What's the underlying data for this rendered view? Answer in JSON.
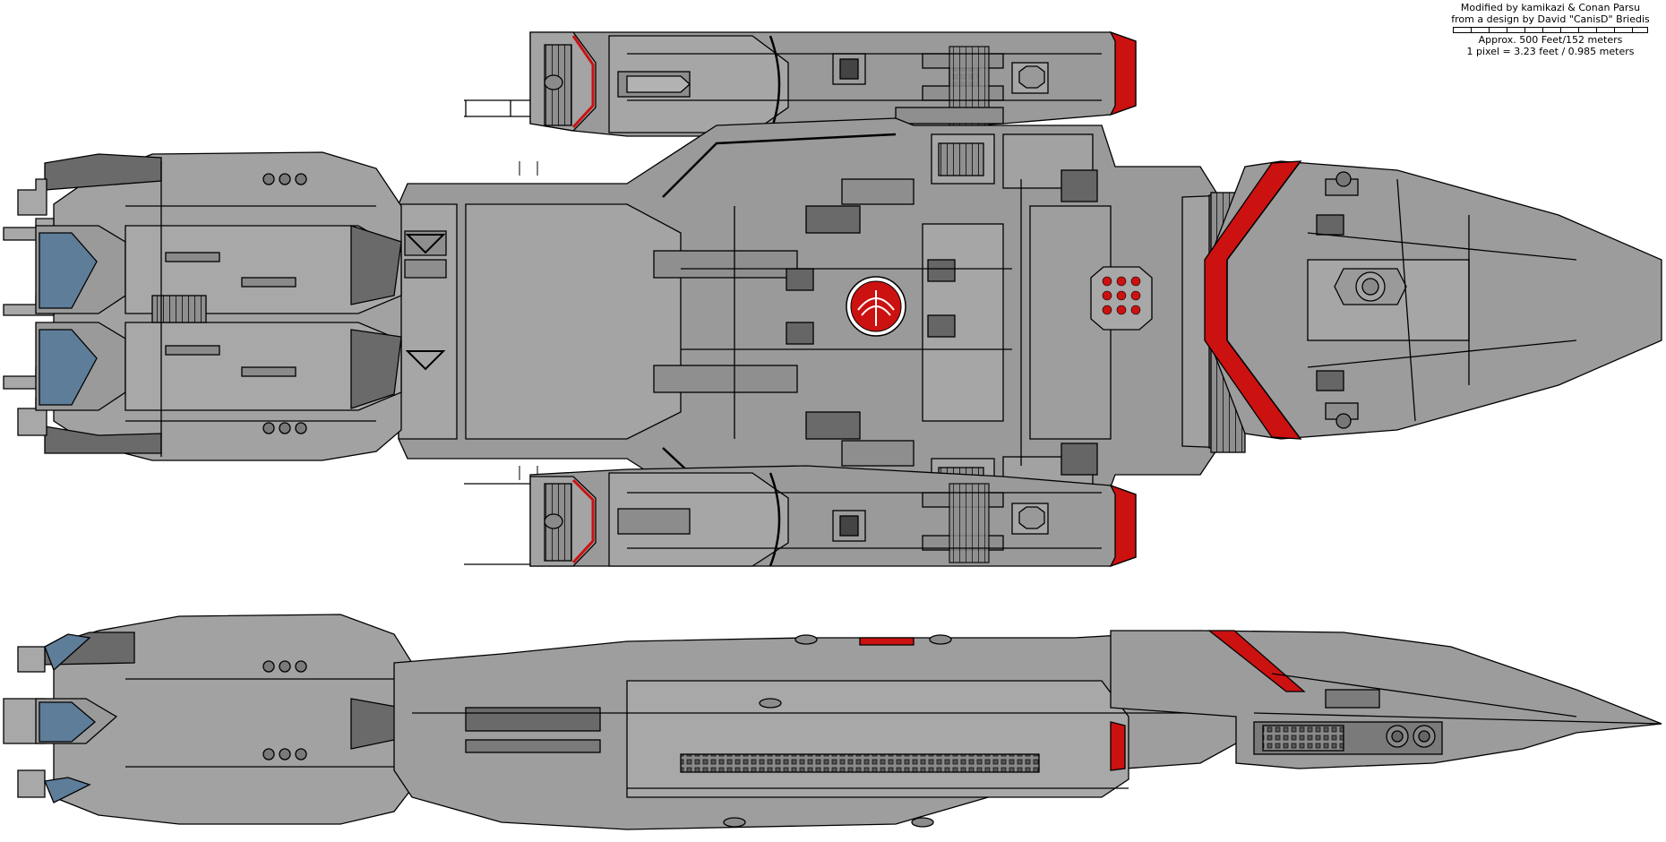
{
  "credits": {
    "line1": "Modified by kamikazi & Conan Parsu",
    "line2": "from a design by David \"CanisD\" Briedis",
    "scale_length": "Approx. 500 Feet/152 meters",
    "pixel_scale": "1 pixel = 3.23 feet / 0.985 meters"
  },
  "colors": {
    "hull": "#9a9a9a",
    "hull_light": "#a9a9a9",
    "panel_dark": "#6a6a6a",
    "line": "#000000",
    "armor_red": "#cc1111",
    "engine_glass": "#5e7d99",
    "background": "#ffffff"
  }
}
